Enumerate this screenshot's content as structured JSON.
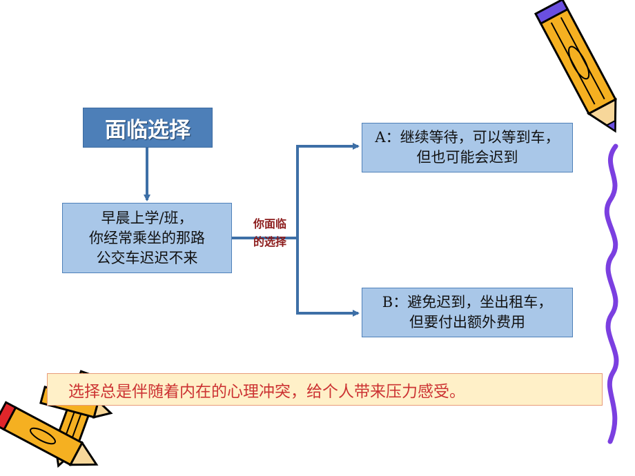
{
  "flowchart": {
    "title": "面临选择",
    "situation": "早晨上学/班，\n你经常乘坐的那路\n公交车迟迟不来",
    "branch_label": "你面临\n的选择",
    "option_a": "A：继续等待，可以等到车，\n但也可能会迟到",
    "option_b": "B：避免迟到，坐出租车，\n但要付出额外费用"
  },
  "conclusion": "选择总是伴随着内在的心理冲突，给个人带来压力感受。",
  "decorations": {
    "top_right": "pencil-icon",
    "bottom_left": "crossed-pencils-icon",
    "right_edge": "wavy-line"
  },
  "colors": {
    "title_fill": "#4d7fb8",
    "box_fill": "#a9c7e8",
    "connector": "#3d6fa6",
    "branch_label": "#8b1a1a",
    "conclusion_text": "#cc3333",
    "conclusion_fill": "#fff0c8",
    "wave": "#7b3fe0"
  }
}
